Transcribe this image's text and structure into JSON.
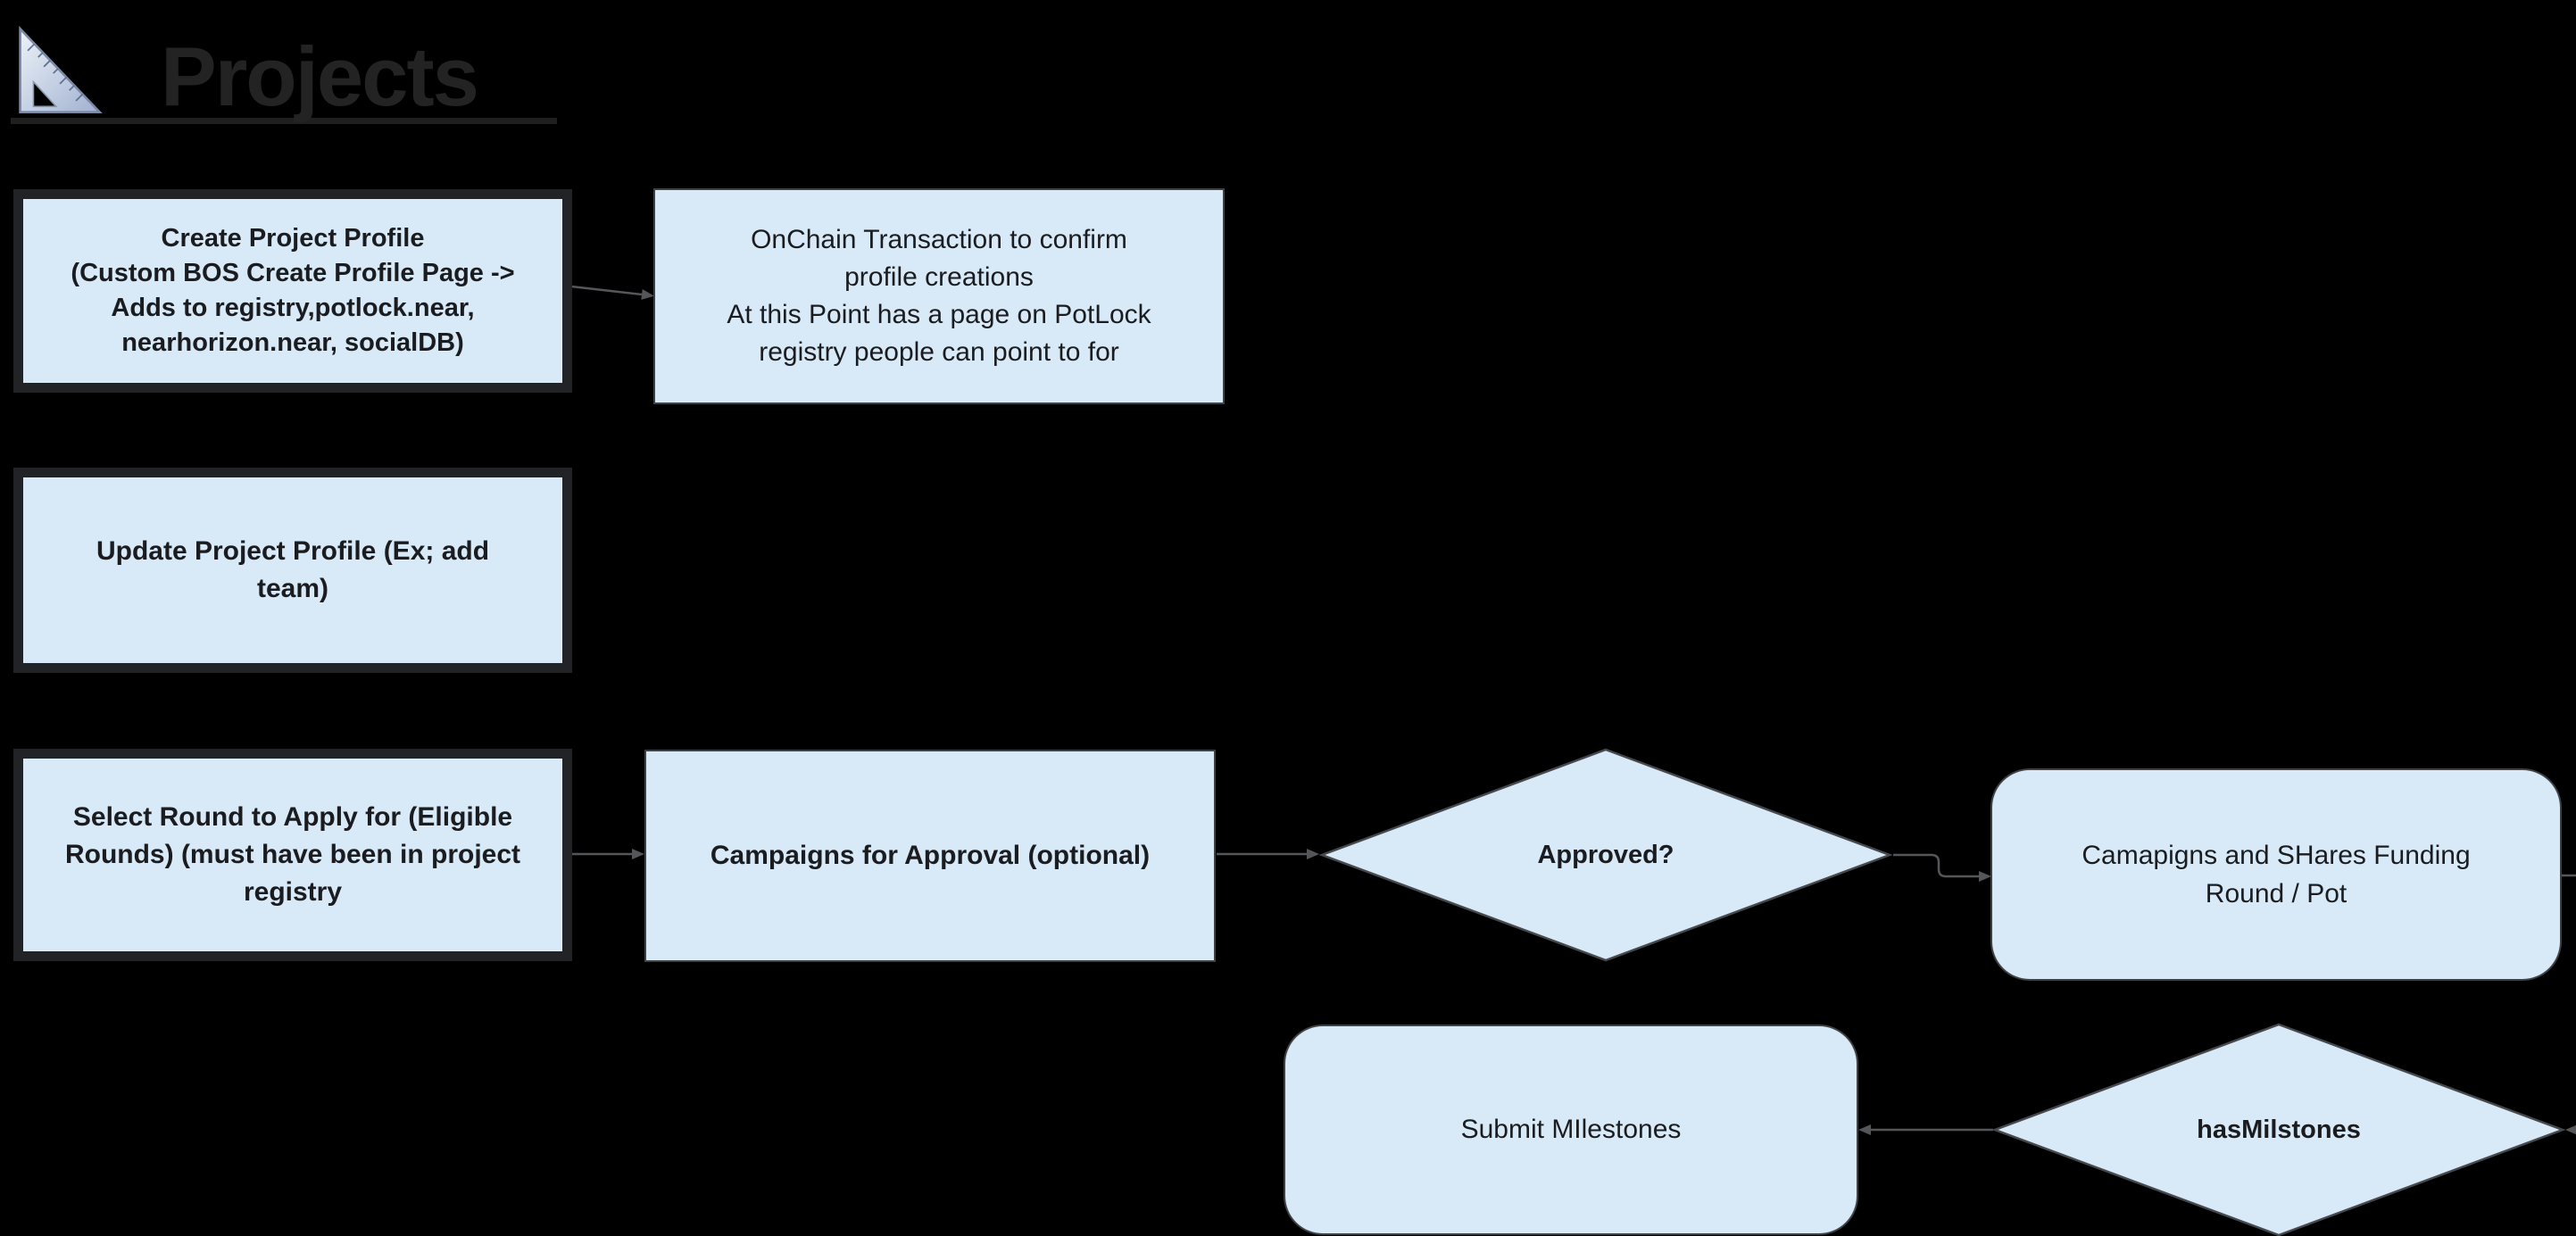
{
  "header": {
    "title": "Projects",
    "icon": "triangle-ruler"
  },
  "colors": {
    "background": "#000000",
    "shape_fill": "#d8e9f7",
    "shape_stroke": "#3f4245",
    "frame_border": "#222326",
    "connector": "#54565a",
    "shape_text": "#1a1c1f",
    "title_text": "#232323"
  },
  "nodes": {
    "create_profile": {
      "type": "process",
      "label": "Create Project Profile\n(Custom BOS Create Profile Page ->\nAdds to registry,potlock.near,\nnearhorizon.near, socialDB)"
    },
    "onchain_tx": {
      "type": "process",
      "label": "OnChain Transaction to confirm\nprofile creations\nAt this Point has a page on PotLock\nregistry people can point to for"
    },
    "update_profile": {
      "type": "process",
      "label": "Update Project Profile (Ex; add\nteam)"
    },
    "select_round": {
      "type": "process",
      "label": "Select Round to Apply for (Eligible\nRounds) (must have been in project\nregistry"
    },
    "campaigns_approval": {
      "type": "process",
      "label": "Campaigns for Approval (optional)"
    },
    "approved": {
      "type": "decision",
      "label": "Approved?"
    },
    "funding_round": {
      "type": "terminator",
      "label": "Camapigns and SHares Funding\nRound / Pot"
    },
    "submit_milestones": {
      "type": "terminator",
      "label": "Submit MIlestones"
    },
    "has_milestones": {
      "type": "decision",
      "label": "hasMilstones"
    }
  },
  "connectors": [
    {
      "from": "create_profile",
      "to": "onchain_tx"
    },
    {
      "from": "select_round",
      "to": "campaigns_approval"
    },
    {
      "from": "campaigns_approval",
      "to": "approved"
    },
    {
      "from": "approved",
      "to": "funding_round"
    },
    {
      "from": "funding_round",
      "to": "offscreen-right"
    },
    {
      "from": "offscreen-right",
      "to": "has_milestones"
    },
    {
      "from": "has_milestones",
      "to": "submit_milestones"
    }
  ]
}
